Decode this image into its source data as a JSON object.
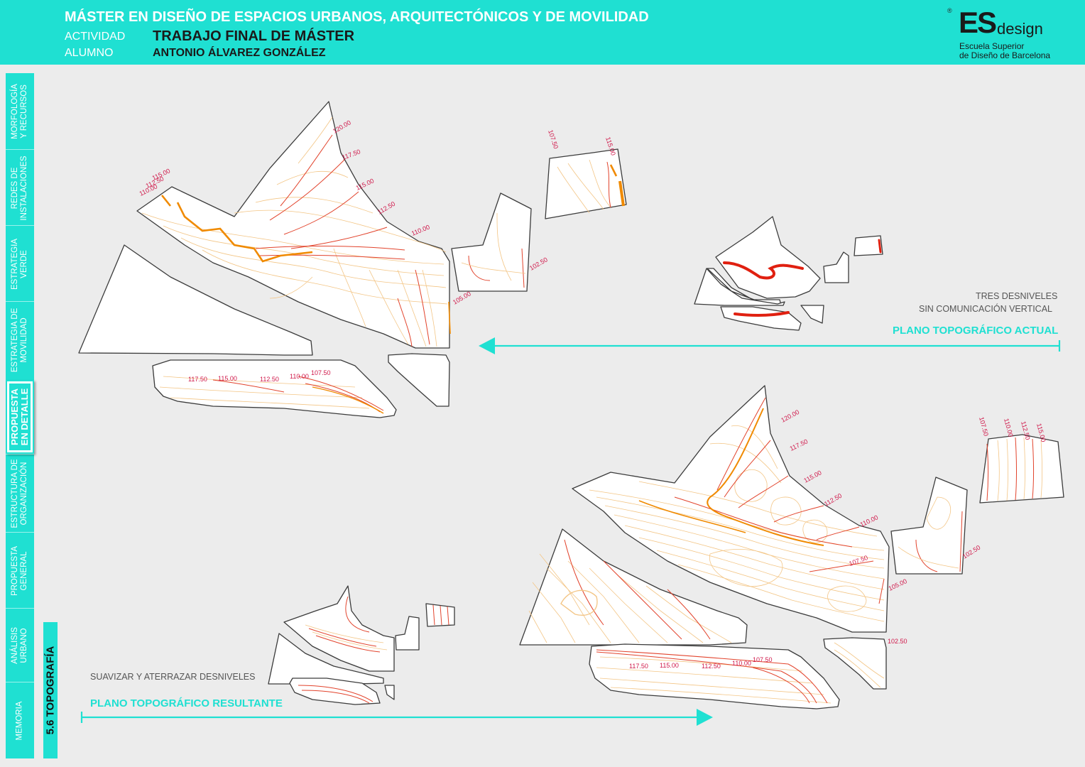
{
  "header": {
    "title": "MÁSTER EN DISEÑO DE ESPACIOS URBANOS, ARQUITECTÓNICOS Y DE MOVILIDAD",
    "activity_label": "ACTIVIDAD",
    "activity_value": "TRABAJO FINAL DE MÁSTER",
    "student_label": "ALUMNO",
    "student_value": "ANTONIO ÁLVAREZ GONZÁLEZ"
  },
  "logo": {
    "mark": "®",
    "es": "ES",
    "design": "design",
    "line1": "Escuela Superior",
    "line2": "de Diseño de Barcelona"
  },
  "sidebar": {
    "items": [
      {
        "line1": "MORFOLOGÍA",
        "line2": "Y RECURSOS",
        "active": false
      },
      {
        "line1": "REDES DE",
        "line2": "INSTALACIONES",
        "active": false
      },
      {
        "line1": "ESTRATEGIA",
        "line2": "VERDE",
        "active": false
      },
      {
        "line1": "ESTRATEGIA DE",
        "line2": "MOVILIDAD",
        "active": false
      },
      {
        "line1": "PROPUESTA",
        "line2": "EN DETALLE",
        "active": true
      },
      {
        "line1": "ESTRUCTURA DE",
        "line2": "ORGANIZACIÓN",
        "active": false
      },
      {
        "line1": "PROPUESTA",
        "line2": "GENERAL",
        "active": false
      },
      {
        "line1": "ANÁLISIS",
        "line2": "URBANO",
        "active": false
      },
      {
        "line1": "MEMORIA",
        "line2": "",
        "active": false
      }
    ]
  },
  "section": {
    "title": "5.6 TOPOGRAFÍA"
  },
  "current_plan": {
    "title": "PLANO TOPOGRÁFICO ACTUAL",
    "note_line1": "TRES DESNIVELES",
    "note_line2": "SIN COMUNICACIÓN VERTICAL",
    "contours": {
      "north": [
        "120.00",
        "117.50",
        "115.00",
        "112.50",
        "110.00"
      ],
      "northwest": [
        "115.00",
        "112.50",
        "110.00"
      ],
      "plaza": [
        "105.00"
      ],
      "east": [
        "102.50"
      ],
      "corner": [
        "107.50",
        "115.00"
      ],
      "strip": [
        "117.50",
        "115.00",
        "112.50",
        "110.00",
        "107.50"
      ]
    }
  },
  "result_plan": {
    "title": "PLANO TOPOGRÁFICO RESULTANTE",
    "note": "SUAVIZAR Y ATERRAZAR DESNIVELES",
    "contours": {
      "north": [
        "120.00",
        "117.50",
        "115.00",
        "112.50",
        "110.00"
      ],
      "center": [
        "107.50"
      ],
      "plaza": [
        "105.00"
      ],
      "east": [
        "102.50"
      ],
      "south": [
        "102.50"
      ],
      "corner": [
        "107.50",
        "110.00",
        "112.50",
        "115.00"
      ],
      "strip": [
        "117.50",
        "115.00",
        "112.50",
        "110.00",
        "107.50"
      ]
    }
  },
  "colors": {
    "accent": "#1fe0d2",
    "contour_label": "#d0184a",
    "contour_light": "#f2c07a",
    "contour_dark": "#e04a2a",
    "contour_orange": "#f08a00"
  }
}
